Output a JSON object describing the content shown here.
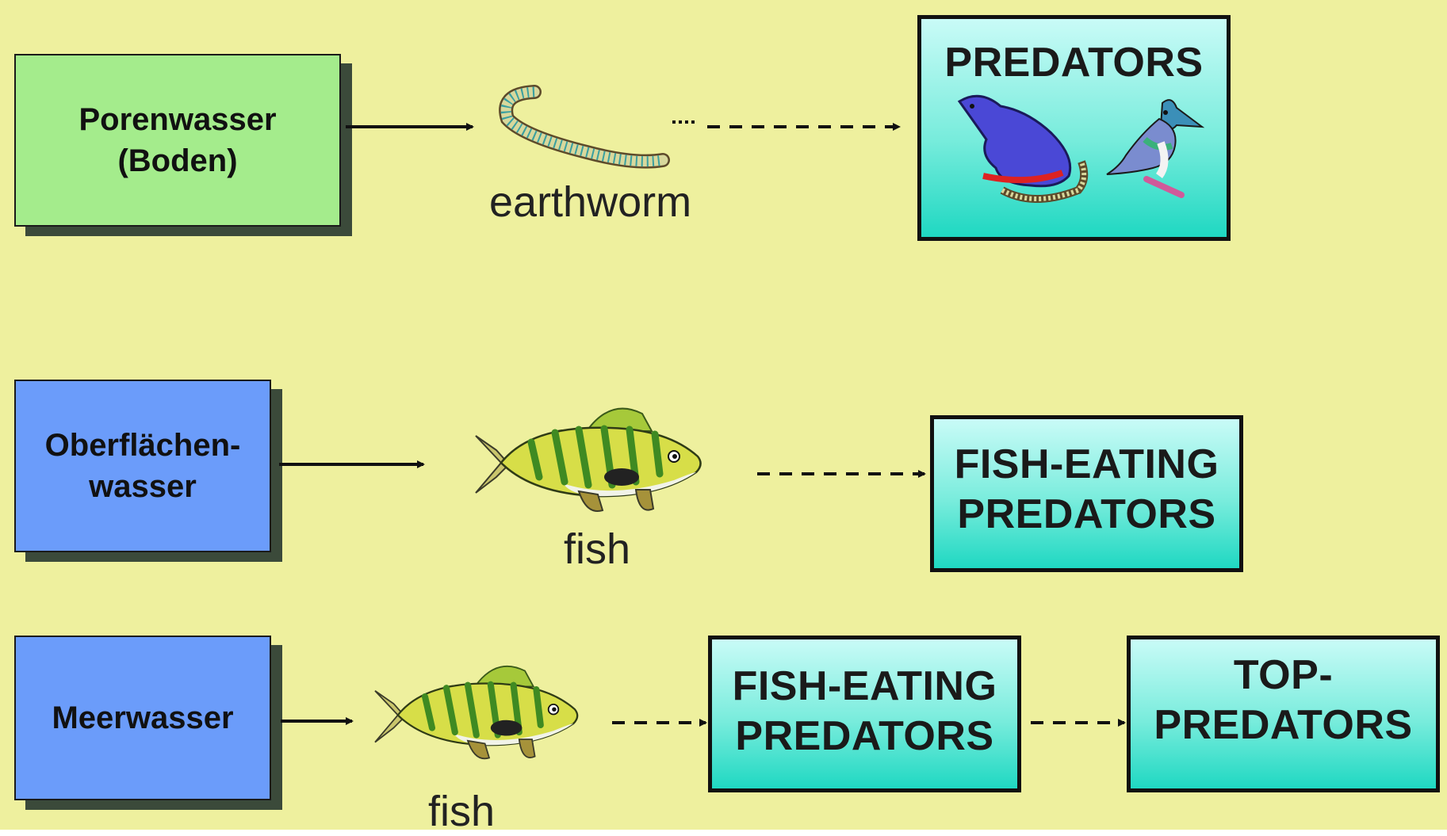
{
  "colors": {
    "background": "#eef09e",
    "soil_box": "#a4ec8c",
    "water_box": "#6b9cfa",
    "predator_gradient_top": "#c9fbf7",
    "predator_gradient_bottom": "#1fd8c2"
  },
  "rows": [
    {
      "source": "Porenwasser\n(Boden)",
      "organism": "earthworm",
      "organism_icon": "earthworm-icon",
      "predator": "PREDATORS",
      "predator_icons": [
        "mole-icon",
        "kingfisher-icon"
      ]
    },
    {
      "source": "Oberflächen-\nwasser",
      "organism": "fish",
      "organism_icon": "fish-icon",
      "predator": "FISH-EATING\nPREDATORS"
    },
    {
      "source": "Meerwasser",
      "organism": "fish",
      "organism_icon": "fish-icon",
      "predator": "FISH-EATING\nPREDATORS",
      "top_predator": "TOP-\nPREDATORS"
    }
  ]
}
